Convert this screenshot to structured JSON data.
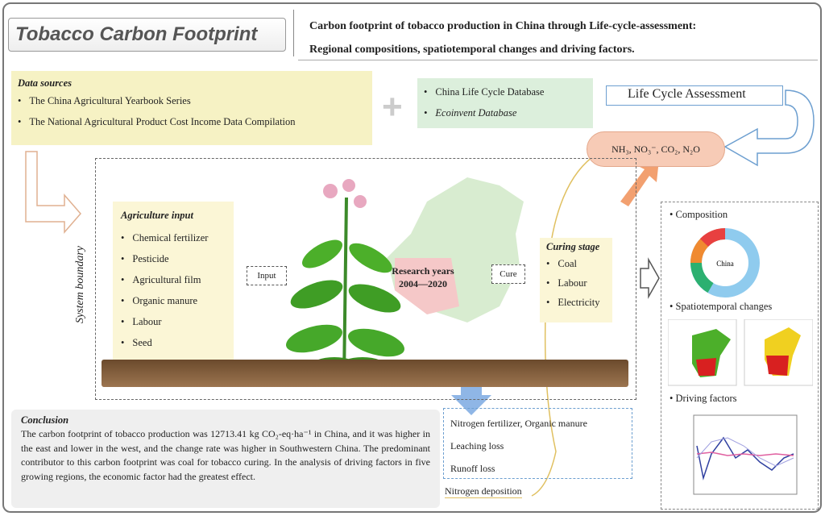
{
  "header": {
    "logo_text": "Tobacco Carbon Footprint",
    "title_line1": "Carbon footprint of tobacco production in China through Life-cycle-assessment:",
    "title_line2": "Regional compositions, spatiotemporal changes and driving factors."
  },
  "data_sources": {
    "heading": "Data sources",
    "items": [
      "The China Agricultural Yearbook Series",
      "The National Agricultural Product Cost Income Data Compilation"
    ]
  },
  "databases": {
    "items": [
      "China Life Cycle Database",
      "Ecoinvent Database"
    ]
  },
  "lca_label": "Life Cycle Assessment",
  "emissions": "NH₃, NO₃⁻, CO₂, N₂O",
  "system_boundary": "System boundary",
  "agriculture_input": {
    "heading": "Agriculture input",
    "items": [
      "Chemical fertilizer",
      "Pesticide",
      "Agricultural film",
      "Organic manure",
      "Labour",
      "Seed"
    ]
  },
  "input_arrow": "Input",
  "research_years": {
    "label": "Research years",
    "range": "2004—2020"
  },
  "cure_arrow": "Cure",
  "curing_stage": {
    "heading": "Curing stage",
    "items": [
      "Coal",
      "Labour",
      "Electricity"
    ]
  },
  "results": {
    "composition": "Composition",
    "donut_center": "China",
    "spatiotemporal": "Spatiotemporal changes",
    "driving": "Driving factors"
  },
  "conclusion": {
    "heading": "Conclusion",
    "text": "The carbon footprint of tobacco production was 12713.41 kg CO₂-eq·ha⁻¹ in China, and it was higher in the east and lower in the west, and the change rate was higher in Southwestern China. The predominant contributor to this carbon footprint was coal for tobacco curing. In the analysis of driving factors in five growing regions, the economic factor had the greatest effect."
  },
  "nitrogen": {
    "items": [
      "Nitrogen fertilizer, Organic manure",
      "Leaching loss",
      "Runoff loss"
    ],
    "deposition": "Nitrogen deposition"
  },
  "colors": {
    "yellow_box": "#f6f2c4",
    "green_box": "#dcefdc",
    "blue": "#6d9fd0",
    "cloud": "#f7cbb6",
    "soil": "#7a5535"
  }
}
